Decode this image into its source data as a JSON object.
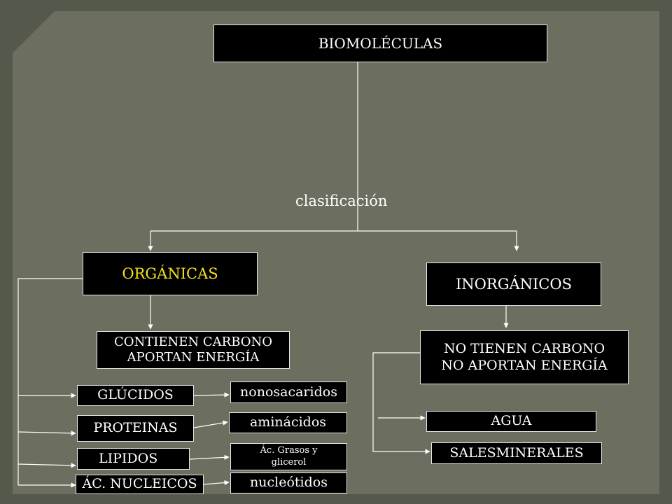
{
  "diagram": {
    "root": "BIOMOLÉCULAS",
    "edge_label": "clasificación",
    "organicas": {
      "title": "ORGÁNICAS",
      "description": "CONTIENEN CARBONO\nAPORTAN ENERGÍA",
      "types": [
        {
          "name": "GLÚCIDOS",
          "unit": "nonosacaridos"
        },
        {
          "name": "PROTEINAS",
          "unit": "aminácidos"
        },
        {
          "name": "LIPIDOS",
          "unit": "Ác. Grasos y\nglicerol"
        },
        {
          "name": "ÁC. NUCLEICOS",
          "unit": "nucleótidos"
        }
      ]
    },
    "inorganicos": {
      "title": "INORGÁNICOS",
      "description": "NO TIENEN CARBONO\nNO APORTAN ENERGÍA",
      "types": [
        "AGUA",
        "SALESMINERALES"
      ]
    }
  },
  "colors": {
    "background": "#55594c",
    "panel": "#6c6e60",
    "box": "#000000",
    "text": "#ffffff",
    "highlight": "#f2e21c"
  }
}
